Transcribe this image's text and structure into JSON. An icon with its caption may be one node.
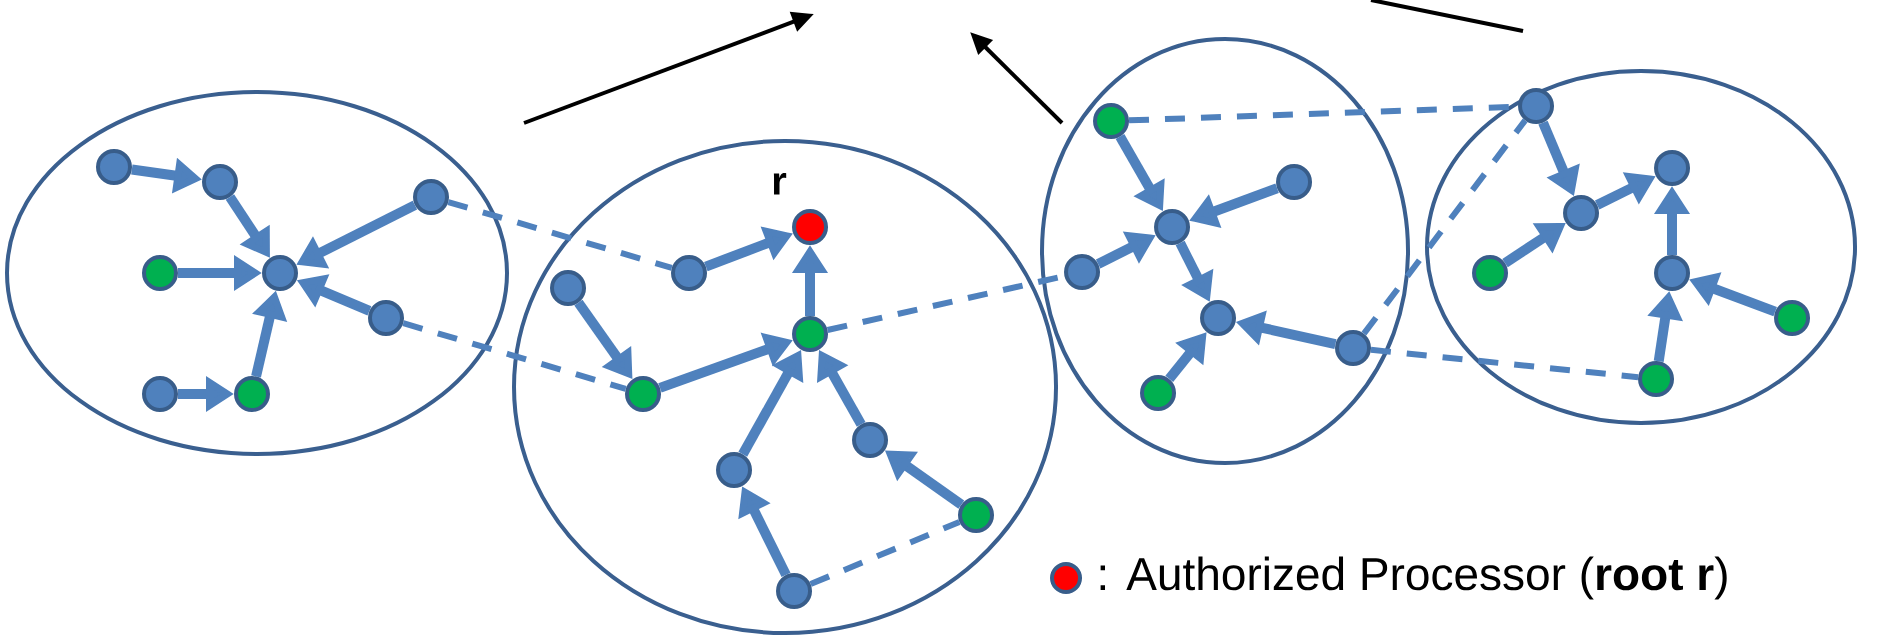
{
  "diagram": {
    "nodes": [
      {
        "text": [],
        "shape": "ellipse"
      },
      {
        "text": [],
        "shape": "circle",
        "in": 0
      },
      {
        "text": [],
        "shape": "circle",
        "in": 0
      },
      {
        "text": [],
        "shape": "circle",
        "in": 0
      },
      {
        "text": [],
        "shape": "circle",
        "in": 0
      },
      {
        "text": [],
        "shape": "circle",
        "in": 0
      },
      {
        "text": [],
        "shape": "circle",
        "in": 0
      },
      {
        "text": [],
        "shape": "circle",
        "in": 0
      },
      {
        "text": [],
        "shape": "circle",
        "in": 0
      },
      {
        "text": [],
        "shape": "ellipse"
      },
      {
        "text": [],
        "shape": "circle",
        "in": 9,
        "beside": [
          "r"
        ]
      },
      {
        "text": [],
        "shape": "circle",
        "in": 9
      },
      {
        "text": [],
        "shape": "circle",
        "in": 9
      },
      {
        "text": [],
        "shape": "circle",
        "in": 9
      },
      {
        "text": [],
        "shape": "circle",
        "in": 9
      },
      {
        "text": [],
        "shape": "circle",
        "in": 9
      },
      {
        "text": [],
        "shape": "circle",
        "in": 9
      },
      {
        "text": [],
        "shape": "circle",
        "in": 9
      },
      {
        "text": [],
        "shape": "circle",
        "in": 9
      },
      {
        "text": [],
        "shape": "ellipse"
      },
      {
        "text": [],
        "shape": "circle",
        "in": 19
      },
      {
        "text": [],
        "shape": "circle",
        "in": 19
      },
      {
        "text": [],
        "shape": "circle",
        "in": 19
      },
      {
        "text": [],
        "shape": "circle",
        "in": 19
      },
      {
        "text": [],
        "shape": "circle",
        "in": 19
      },
      {
        "text": [],
        "shape": "circle",
        "in": 19
      },
      {
        "text": [],
        "shape": "circle",
        "in": 19
      },
      {
        "text": [],
        "shape": "ellipse"
      },
      {
        "text": [],
        "shape": "circle",
        "in": 27
      },
      {
        "text": [],
        "shape": "circle",
        "in": 27
      },
      {
        "text": [],
        "shape": "circle",
        "in": 27
      },
      {
        "text": [],
        "shape": "circle",
        "in": 27
      },
      {
        "text": [],
        "shape": "circle",
        "in": 27
      },
      {
        "text": [],
        "shape": "circle",
        "in": 27
      },
      {
        "text": [],
        "shape": "circle",
        "in": 27
      }
    ],
    "edges": [
      {
        "from": 1,
        "to": 2,
        "arrow": "to"
      },
      {
        "from": 2,
        "to": 5,
        "arrow": "to"
      },
      {
        "from": 3,
        "to": 5,
        "arrow": "to"
      },
      {
        "from": 4,
        "to": 5,
        "arrow": "to"
      },
      {
        "from": 6,
        "to": 5,
        "arrow": "to"
      },
      {
        "from": 7,
        "to": 8,
        "arrow": "to"
      },
      {
        "from": 8,
        "to": 5,
        "arrow": "to"
      },
      {
        "from": 11,
        "to": 10,
        "arrow": "to"
      },
      {
        "from": 14,
        "to": 10,
        "arrow": "to"
      },
      {
        "from": 12,
        "to": 13,
        "arrow": "to"
      },
      {
        "from": 13,
        "to": 14,
        "arrow": "to"
      },
      {
        "from": 16,
        "to": 14,
        "arrow": "to"
      },
      {
        "from": 15,
        "to": 14,
        "arrow": "to"
      },
      {
        "from": 18,
        "to": 16,
        "arrow": "to"
      },
      {
        "from": 17,
        "to": 15,
        "arrow": "to"
      },
      {
        "from": 20,
        "to": 23,
        "arrow": "to"
      },
      {
        "from": 21,
        "to": 23,
        "arrow": "to"
      },
      {
        "from": 22,
        "to": 23,
        "arrow": "to"
      },
      {
        "from": 23,
        "to": 24,
        "arrow": "to"
      },
      {
        "from": 25,
        "to": 24,
        "arrow": "to"
      },
      {
        "from": 26,
        "to": 24,
        "arrow": "to"
      },
      {
        "from": 28,
        "to": 29,
        "arrow": "to"
      },
      {
        "from": 31,
        "to": 29,
        "arrow": "to"
      },
      {
        "from": 29,
        "to": 30,
        "arrow": "to"
      },
      {
        "from": 32,
        "to": 30,
        "arrow": "to"
      },
      {
        "from": 34,
        "to": 32,
        "arrow": "to"
      },
      {
        "from": 33,
        "to": 32,
        "arrow": "to"
      },
      {
        "from": 3,
        "to": 11,
        "arrow": "none",
        "style": "dashed"
      },
      {
        "from": 6,
        "to": 13,
        "arrow": "none",
        "style": "dashed"
      },
      {
        "from": 14,
        "to": 22,
        "arrow": "none",
        "style": "dashed"
      },
      {
        "from": 18,
        "to": 17,
        "arrow": "none",
        "style": "dashed"
      },
      {
        "from": 20,
        "to": 28,
        "arrow": "none",
        "style": "dashed"
      },
      {
        "from": 26,
        "to": 28,
        "arrow": "none",
        "style": "dashed"
      },
      {
        "from": 26,
        "to": 34,
        "arrow": "none",
        "style": "dashed"
      }
    ],
    "legend": [
      {
        "text": ":  Authorized Processor (**root r**)"
      }
    ]
  }
}
